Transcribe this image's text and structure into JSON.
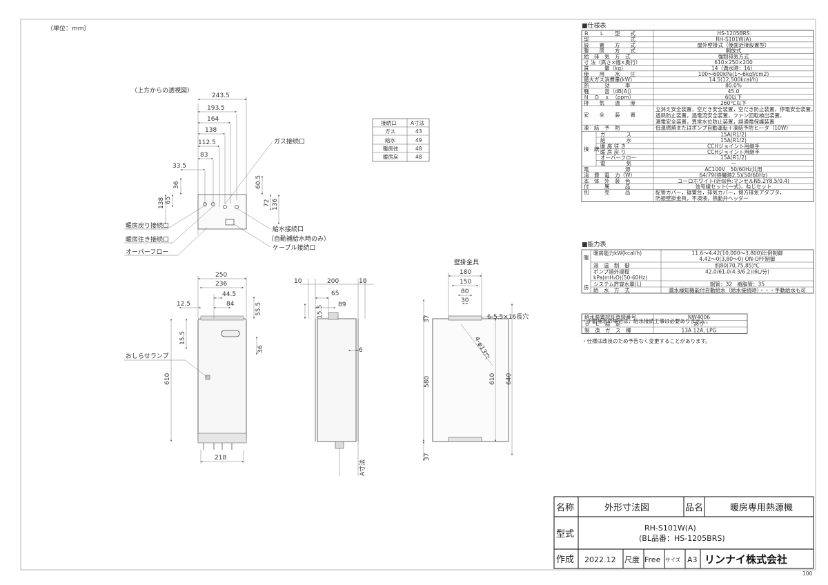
{
  "unit_note": "（単位：mm）",
  "top_view": {
    "label": "（上方からの透視図）",
    "dims": [
      "243.5",
      "193.5",
      "164",
      "138",
      "112.5",
      "83",
      "33.5"
    ],
    "vdims": [
      "36",
      "65",
      "138",
      "60.5",
      "72",
      "136"
    ],
    "callouts": {
      "gas": "ガス接続口",
      "return": "暖房戻り接続口",
      "supply": "暖房往き接続口",
      "overflow": "オーバーフロー",
      "water": "給水接続口",
      "auto_fill": "（自動補給水時のみ）",
      "cable": "ケーブル接続口"
    }
  },
  "a_table": {
    "header": [
      "接続口",
      "A寸法"
    ],
    "rows": [
      [
        "ガス",
        "43"
      ],
      [
        "給水",
        "49"
      ],
      [
        "暖房往",
        "48"
      ],
      [
        "暖房戻",
        "48"
      ]
    ]
  },
  "front_view": {
    "dims": [
      "250",
      "236",
      "44.5",
      "84",
      "12.5",
      "55.5",
      "15.5",
      "36",
      "610",
      "218"
    ],
    "lamp": "おしらせランプ"
  },
  "side_view": {
    "dims": [
      "10",
      "200",
      "10",
      "65",
      "89",
      "15.5",
      "6"
    ],
    "a_dim": "A寸法"
  },
  "mount_view": {
    "title": "壁掛金具",
    "dims": [
      "180",
      "150",
      "80",
      "30",
      "37",
      "580",
      "610",
      "640",
      "37"
    ],
    "hole": "6-5.5×16長穴",
    "slot": "4-φ13穴"
  },
  "spec": {
    "title": "■仕様表",
    "rows": [
      [
        "Ｂ　　Ｌ　　型　　式",
        "HS-1205BRS"
      ],
      [
        "型　　　　　　　　式",
        "RH-S101W(A)"
      ],
      [
        "設　　置　　方　　式",
        "屋外壁掛式（後面近接設置型）"
      ],
      [
        "暖　　房　　方　　式",
        "開放式"
      ],
      [
        "給　排　気　方　式",
        "強制排気方式"
      ],
      [
        "寸 法（高さ×幅×奥行）",
        "610×250×200"
      ],
      [
        "質　　　量（kg）",
        "14（満水時：16）"
      ],
      [
        "使　　用　　水　　圧",
        "100～600kPa(1～6kgf/cm2)"
      ],
      [
        "最大ガス消費量(kW)",
        "14.5(12,500kcal/h)"
      ],
      [
        "熱　　　効　　　率",
        "80.0%"
      ],
      [
        "騒　　　音（dB(A)）",
        "45.0"
      ],
      [
        "Ｎ　Ｏ　ｘ　（ppm）",
        "60以下"
      ],
      [
        "排　　気　　温　　度",
        "260℃以下"
      ]
    ],
    "safety_label": "安　　全　　装　　置",
    "safety_lines": [
      "立消え安全装置，空だき安全装置，空だき防止装置，停電安全装置，",
      "過熱防止装置，過電流安全装置，ファン回転検出装置，",
      "漏電安全装置，異常水位防止装置，誤通電保護装置"
    ],
    "freeze_label": "凍　結　予　防",
    "freeze_value": "低温燃焼またはポンプ自動運転＋凍結予防ヒータ（10W）",
    "conn_label": "接　続",
    "conn_rows": [
      [
        "ガ　　　　ス",
        "15A(R1/2)"
      ],
      [
        "給　　　　水",
        "15A(R1/2)"
      ],
      [
        "暖 房 往 き",
        "CCHジョイント用継手"
      ],
      [
        "暖 房 戻 り",
        "CCHジョイント用継手"
      ],
      [
        "オーバーフロー",
        "15A(R1/2)"
      ],
      [
        "電　　　　気",
        "ー"
      ]
    ],
    "rows2": [
      [
        "電　　　　　　　源",
        "AC100V　50/60Hz共用"
      ],
      [
        "消　費　電　力（W）",
        "64/79(待機時2.5)(50/60Hz)"
      ],
      [
        "本　体　外　装　色",
        "ユーロホワイト(近似色:マンセルN5.2Y8.5/0.4)"
      ],
      [
        "付　　　属　　　品",
        "信号線セット(一式)，ねじセット"
      ],
      [
        "別　　　売　　　品",
        "配管カバー，据置台，排気カバー，側方排気アダプタ，\n防振壁掛金具，不凍液，熱動弁ヘッダー"
      ]
    ]
  },
  "perf": {
    "title": "■能力表",
    "side_label": [
      "暖",
      "房"
    ],
    "rows": [
      [
        "暖房能力kW(kcal/h)",
        "11.6～4.42(10,000～3,800)比例制御\n4.42～0(3,80～0) ON-OFF制御"
      ],
      [
        "湯　温　制　御",
        "約80(70,75,85)℃"
      ],
      [
        "ポンプ揚外揚程\nkPa(mH₂O)(50-60Hz)",
        "42.0/61.0(4.3/6.2)(6L/分)"
      ],
      [
        "システム許容水量(L)",
        "銅管：32　樹脂管：35"
      ],
      [
        "給　水　方　式",
        "漏水検知機能付自動給水（給水接続時）・・・手動給水も可"
      ]
    ],
    "note": "・手動補水の場合は，給水接続工事は必要ありません。"
  },
  "cert": {
    "rows": [
      [
        "給水装置認証登録番号",
        "NW4006"
      ],
      [
        "Ｂ　Ｌ　認　定",
        "あり"
      ],
      [
        "製　造　ガ　ス　種",
        "13A 12A, LPG"
      ]
    ],
    "note": "・仕様は改良のため予告なく変更することがあります。"
  },
  "title_block": {
    "name_label": "名称",
    "name_value": "外形寸法図",
    "product_label": "品名",
    "product_value": "暖房専用熱源機",
    "model_label": "型式",
    "model_line1": "RH-S101W(A)",
    "model_line2": "(BL品番：HS-1205BRS)",
    "date_label": "作成",
    "date_value": "2022.12",
    "scale_label": "尺度",
    "scale_value": "Free",
    "size_label": "サイズ",
    "size_value": "A3",
    "company": "リンナイ株式会社",
    "page_no": "100"
  }
}
